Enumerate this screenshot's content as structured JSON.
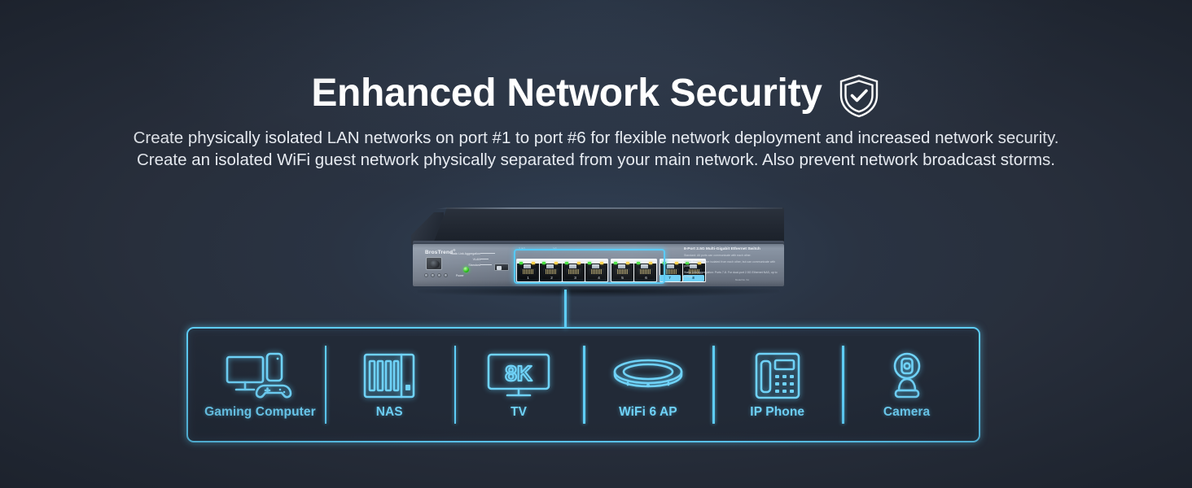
{
  "colors": {
    "background": "#282f3c",
    "accent_cyan": "#5ecdf7",
    "label_cyan": "#6fd2f8",
    "title_white": "#ffffff",
    "panel_dark": "#222a37"
  },
  "header": {
    "title": "Enhanced Network Security",
    "shield_icon": "shield-check-icon",
    "subtitle_line1": "Create physically isolated LAN networks on port #1 to port #6 for flexible network deployment and increased network security.",
    "subtitle_line2": "Create an isolated WiFi guest network physically separated from your main network. Also prevent network broadcast storms."
  },
  "device": {
    "brand": "BrosTrend",
    "brand_mark": "®",
    "model_label": "Model No.  S1",
    "switch_labels": {
      "static_link_aggregation": "Static Link Aggregation",
      "vlan": "VLAN",
      "standard": "Standard",
      "power": "Power"
    },
    "port_top_left": "2.5G",
    "port_top_right": "1G",
    "ports": [
      {
        "num": "1",
        "highlighted": false
      },
      {
        "num": "2",
        "highlighted": false
      },
      {
        "num": "3",
        "highlighted": false
      },
      {
        "num": "4",
        "highlighted": false
      },
      {
        "num": "5",
        "highlighted": false
      },
      {
        "num": "6",
        "highlighted": false
      },
      {
        "num": "7",
        "highlighted": true
      },
      {
        "num": "8",
        "highlighted": true
      }
    ],
    "panel_text": {
      "title": "8-Port 2.5G Multi-Gigabit Ethernet Switch",
      "line1": "Standard: All ports can communicate with each other.",
      "line2": "VLAN: Ports 1-6 are isolated from each other, but can communicate with ports 7-8.",
      "line3": "Static Link Aggregation: Ports 7-8. For dual-port 2.5G Ethernet NAS, up to 5Gbps."
    }
  },
  "devices_box": {
    "items": [
      {
        "label": "Gaming Computer",
        "icon": "gaming-computer-icon"
      },
      {
        "label": "NAS",
        "icon": "nas-icon"
      },
      {
        "label": "TV",
        "icon": "tv-8k-icon",
        "screen_text": "8K"
      },
      {
        "label": "WiFi 6 AP",
        "icon": "wifi-access-point-icon"
      },
      {
        "label": "IP Phone",
        "icon": "ip-phone-icon"
      },
      {
        "label": "Camera",
        "icon": "security-camera-icon"
      }
    ]
  }
}
